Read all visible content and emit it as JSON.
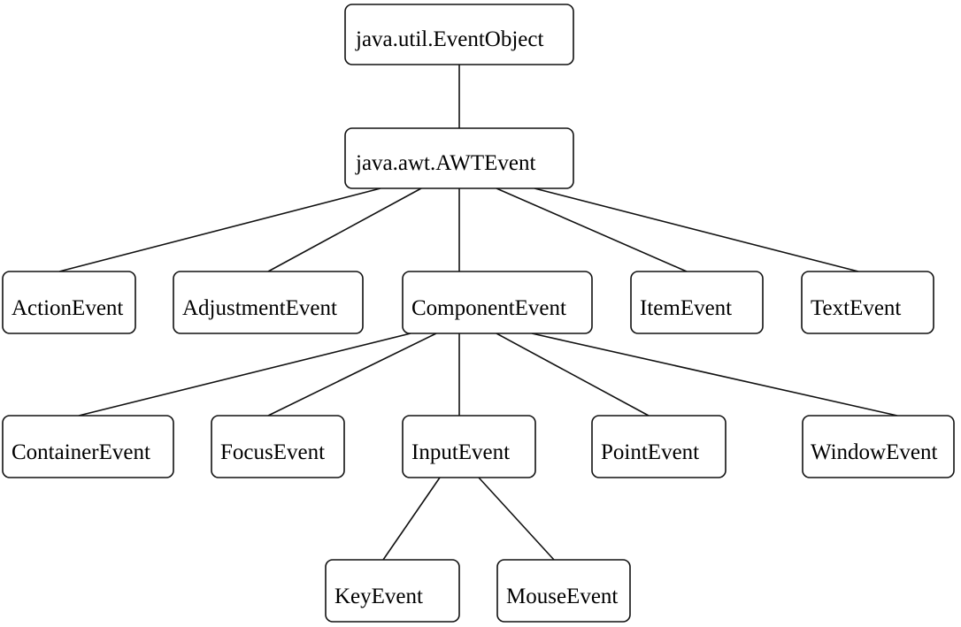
{
  "nodes": {
    "event_object": "java.util.EventObject",
    "awt_event": "java.awt.AWTEvent",
    "action_event": "ActionEvent",
    "adjustment_event": "AdjustmentEvent",
    "component_event": "ComponentEvent",
    "item_event": "ItemEvent",
    "text_event": "TextEvent",
    "container_event": "ContainerEvent",
    "focus_event": "FocusEvent",
    "input_event": "InputEvent",
    "point_event": "PointEvent",
    "window_event": "WindowEvent",
    "key_event": "KeyEvent",
    "mouse_event": "MouseEvent"
  },
  "edges": [
    [
      "event_object",
      "awt_event"
    ],
    [
      "awt_event",
      "action_event"
    ],
    [
      "awt_event",
      "adjustment_event"
    ],
    [
      "awt_event",
      "component_event"
    ],
    [
      "awt_event",
      "item_event"
    ],
    [
      "awt_event",
      "text_event"
    ],
    [
      "component_event",
      "container_event"
    ],
    [
      "component_event",
      "focus_event"
    ],
    [
      "component_event",
      "input_event"
    ],
    [
      "component_event",
      "point_event"
    ],
    [
      "component_event",
      "window_event"
    ],
    [
      "input_event",
      "key_event"
    ],
    [
      "input_event",
      "mouse_event"
    ]
  ],
  "colors": {
    "stroke": "#111111",
    "fill": "#ffffff",
    "text": "#000000"
  }
}
